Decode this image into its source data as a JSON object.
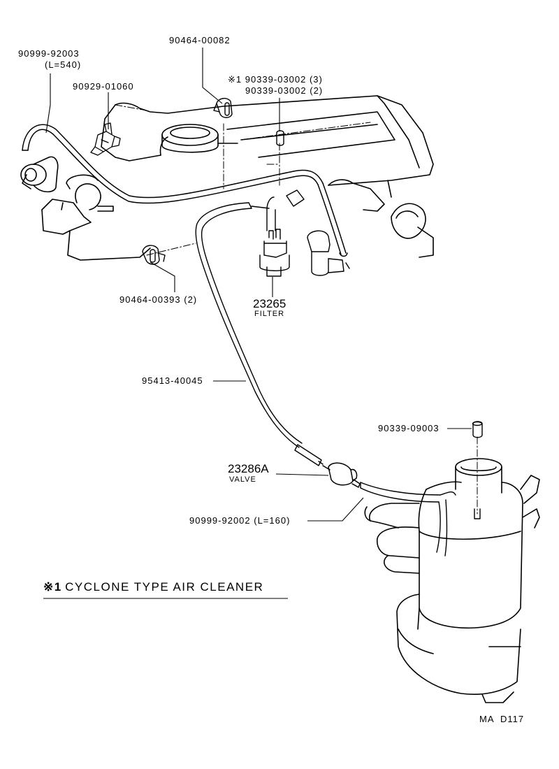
{
  "labels": {
    "hose_long_part": "90999-92003",
    "hose_long_len": "(L=540)",
    "vsv_part": "90929-01060",
    "clamp_top_part": "90464-00082",
    "plug_note_part": "※1 90339-03002 (3)",
    "plug_part": "90339-03002 (2)",
    "clamp_left_part": "90464-00393 (2)",
    "filter_part": "23265",
    "filter_name": "FILTER",
    "hose_mid_part": "95413-40045",
    "cap_part": "90339-09003",
    "valve_part": "23286A",
    "valve_name": "VALVE",
    "hose_short_part": "90999-92002 (L=160)"
  },
  "footnote": {
    "mark": "※1",
    "text": "CYCLONE TYPE AIR CLEANER"
  },
  "diagram_code": "MA  D117"
}
